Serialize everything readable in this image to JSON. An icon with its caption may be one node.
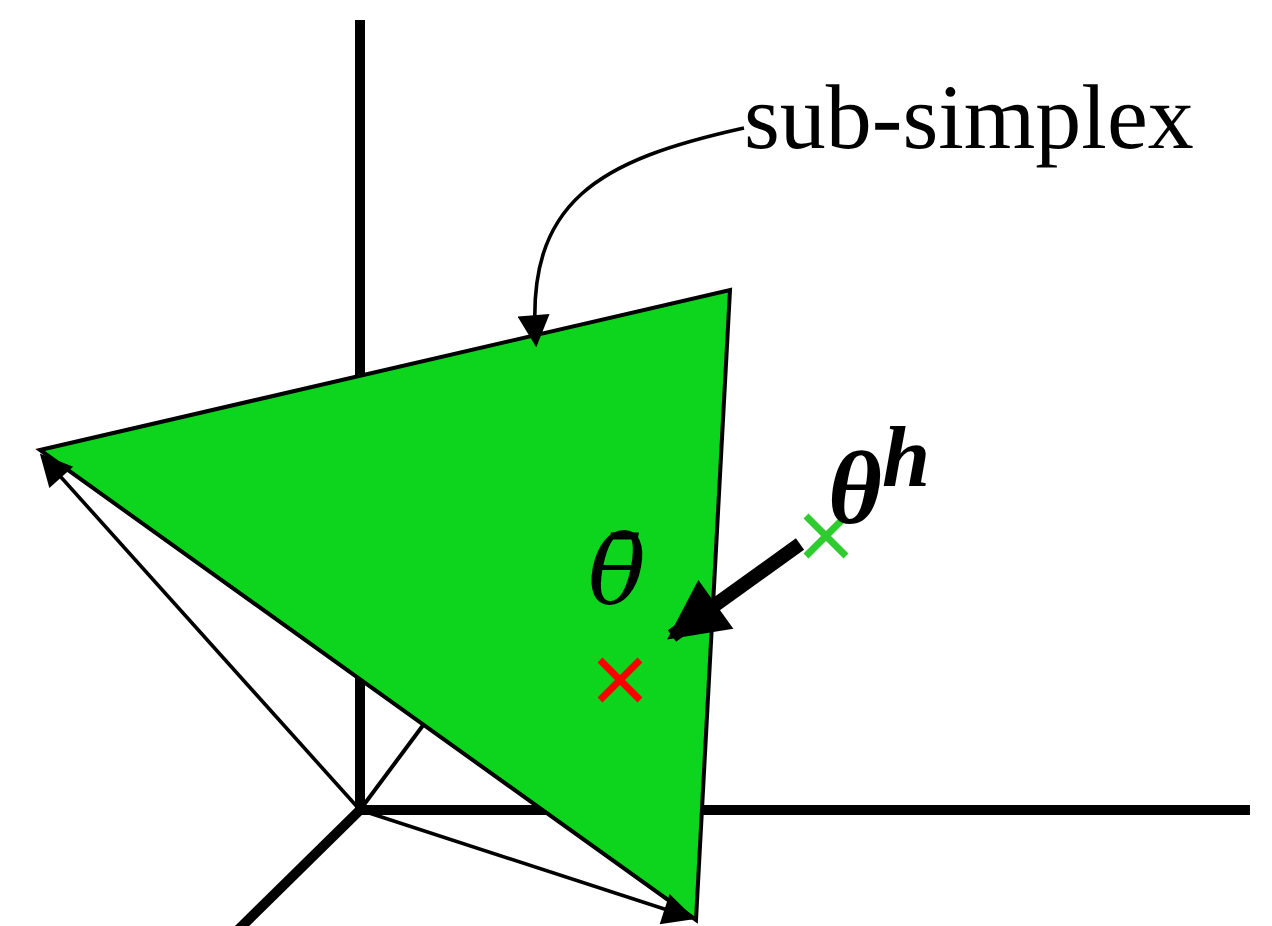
{
  "diagram": {
    "nodes": [
      {
        "text": [
          "sub-simplex"
        ]
      },
      {
        "text": [],
        "shape": "triangle"
      },
      {
        "text": [
          "θ$^{h}$"
        ]
      },
      {
        "text": [
          "θ̄"
        ],
        "in": 1
      }
    ],
    "edges": [
      {
        "from": 0,
        "to": 1,
        "arrow": "to"
      },
      {
        "from": 2,
        "to": 3,
        "arrow": "to",
        "style": "thick"
      },
      {
        "from": null,
        "to": 1,
        "arrow": "to"
      },
      {
        "from": null,
        "to": 1,
        "arrow": "to"
      }
    ]
  }
}
